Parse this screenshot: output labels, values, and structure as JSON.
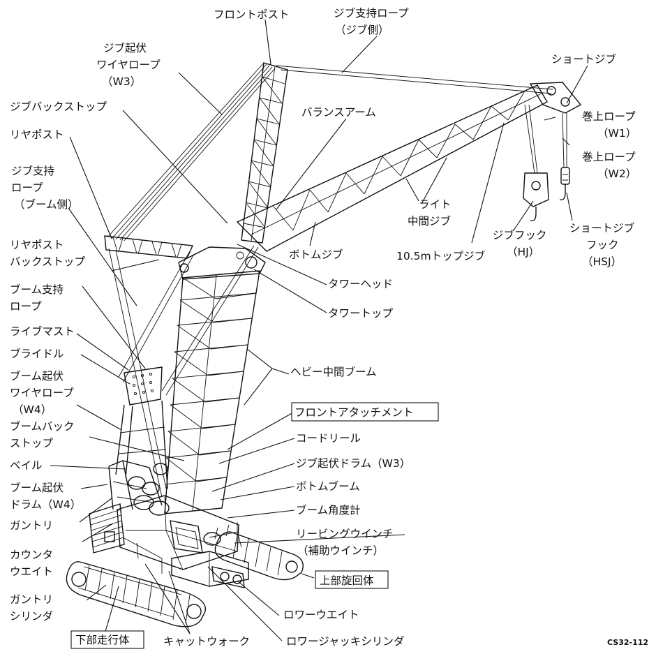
{
  "labels": {
    "front_post": "フロントポスト",
    "jib_support_rope_jib_l1": "ジブ支持ロープ",
    "jib_support_rope_jib_l2": "（ジブ側）",
    "short_jib": "ショートジブ",
    "jib_luffing_rope_l1": "ジブ起伏",
    "jib_luffing_rope_l2": "ワイヤロープ",
    "jib_luffing_rope_l3": "（W3）",
    "jib_backstop": "ジブバックストップ",
    "balance_arm": "バランスアーム",
    "hoist_rope_w1_l1": "巻上ロープ",
    "hoist_rope_w1_l2": "（W1）",
    "hoist_rope_w2_l1": "巻上ロープ",
    "hoist_rope_w2_l2": "（W2）",
    "rear_post": "リヤポスト",
    "jib_support_rope_boom_l1": "ジブ支持",
    "jib_support_rope_boom_l2": "ロープ",
    "jib_support_rope_boom_l3": "（ブーム側）",
    "light_intermediate_jib_l1": "ライト",
    "light_intermediate_jib_l2": "中間ジブ",
    "jib_hook_l1": "ジブフック",
    "jib_hook_l2": "（HJ）",
    "short_jib_hook_l1": "ショートジブ",
    "short_jib_hook_l2": "フック",
    "short_jib_hook_l3": "（HSJ）",
    "bottom_jib": "ボトムジブ",
    "top_jib": "10.5mトップジブ",
    "rear_post_backstop_l1": "リヤポスト",
    "rear_post_backstop_l2": "バックストップ",
    "tower_head": "タワーヘッド",
    "boom_support_rope_l1": "ブーム支持",
    "boom_support_rope_l2": "ロープ",
    "tower_top": "タワートップ",
    "live_mast": "ライブマスト",
    "bridle": "ブライドル",
    "heavy_intermediate_boom": "ヘビー中間ブーム",
    "boom_luffing_rope_l1": "ブーム起伏",
    "boom_luffing_rope_l2": "ワイヤロープ",
    "boom_luffing_rope_l3": "（W4）",
    "front_attachment": "フロントアタッチメント",
    "boom_backstop_l1": "ブームバック",
    "boom_backstop_l2": "ストップ",
    "cord_reel": "コードリール",
    "jib_luffing_drum": "ジブ起伏ドラム（W3）",
    "bail": "ベイル",
    "boom_luffing_drum_l1": "ブーム起伏",
    "boom_luffing_drum_l2": "ドラム（W4）",
    "bottom_boom": "ボトムブーム",
    "boom_angle_meter": "ブーム角度計",
    "gantry": "ガントリ",
    "reeving_winch_l1": "リービングウインチ",
    "reeving_winch_l2": "（補助ウインチ）",
    "counterweight_l1": "カウンタ",
    "counterweight_l2": "ウエイト",
    "upper_structure": "上部旋回体",
    "gantry_cylinder_l1": "ガントリ",
    "gantry_cylinder_l2": "シリンダ",
    "lower_weight": "ロワーウエイト",
    "lower_structure": "下部走行体",
    "catwalk": "キャットウォーク",
    "lower_jack_cylinder": "ロワージャッキシリンダ",
    "figure_code": "CS32-112"
  }
}
